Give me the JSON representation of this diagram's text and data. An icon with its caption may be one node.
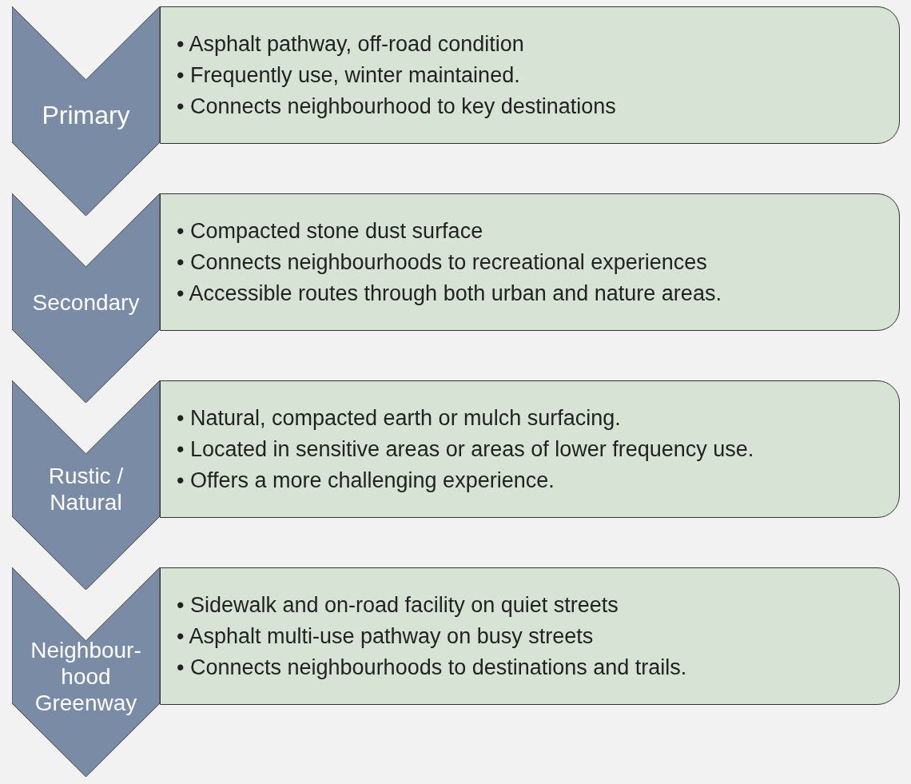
{
  "diagram": {
    "nodes": [
      {
        "text": [
          "Primary"
        ]
      },
      {
        "text": [
          "• Asphalt pathway, off-road condition",
          "• Frequently use, winter maintained.",
          "• Connects neighbourhood to key destinations"
        ]
      },
      {
        "text": [
          "Secondary"
        ]
      },
      {
        "text": [
          "• Compacted stone dust surface",
          "• Connects neighbourhoods to recreational experiences",
          "• Accessible routes through both urban and nature areas."
        ]
      },
      {
        "text": [
          "Rustic / Natural"
        ]
      },
      {
        "text": [
          "• Natural, compacted earth or mulch surfacing.",
          "• Located in sensitive areas or areas of lower frequency use.",
          "• Offers a more challenging experience."
        ]
      },
      {
        "text": [
          "Neighbour-hood Greenway"
        ]
      },
      {
        "text": [
          "• Sidewalk and on-road facility on quiet streets",
          "• Asphalt multi-use pathway on busy streets",
          "• Connects neighbourhoods to destinations and trails."
        ]
      }
    ]
  }
}
